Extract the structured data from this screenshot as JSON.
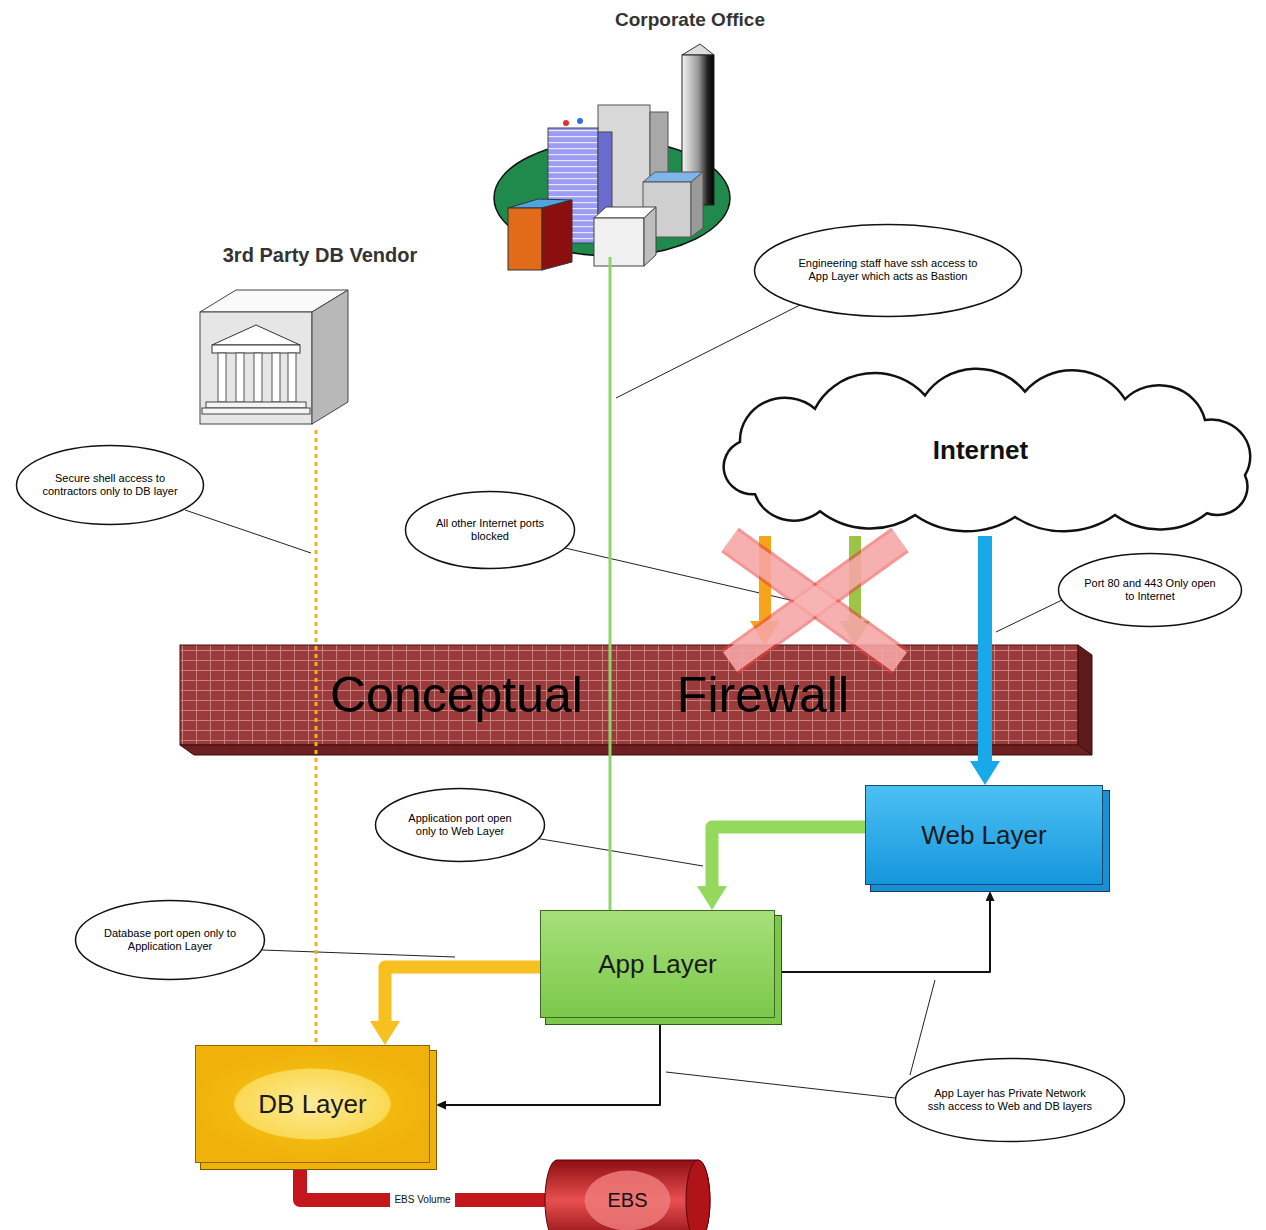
{
  "diagram": {
    "nodes": [
      {
        "text": [
          "Corporate Office"
        ]
      },
      {
        "text": [
          "3rd Party DB Vendor"
        ]
      },
      {
        "text": [
          "Engineering staff have ssh access to App Layer which acts as Bastion"
        ]
      },
      {
        "text": [
          "Internet"
        ]
      },
      {
        "text": [
          "Secure shell access to contractors only to DB layer"
        ]
      },
      {
        "text": [
          "All other Internet ports blocked"
        ]
      },
      {
        "text": [
          "Port 80 and 443 Only open to Internet"
        ]
      },
      {
        "text": [
          "Conceptual Firewall"
        ]
      },
      {
        "text": [
          "Web Layer"
        ]
      },
      {
        "text": [
          "Application port open only to Web Layer"
        ]
      },
      {
        "text": [
          "App Layer"
        ]
      },
      {
        "text": [
          "Database port open only to Application Layer"
        ]
      },
      {
        "text": [
          "DB Layer"
        ]
      },
      {
        "text": [
          "App Layer has Private Network ssh access to Web and DB layers"
        ]
      },
      {
        "text": [
          "EBS"
        ]
      }
    ],
    "edges": [
      {
        "from": 0,
        "to": 10,
        "arrow": "none"
      },
      {
        "from": 1,
        "to": 12,
        "arrow": "none"
      },
      {
        "from": 3,
        "to": 7,
        "arrow": "to"
      },
      {
        "from": 3,
        "to": 7,
        "arrow": "to"
      },
      {
        "from": 3,
        "to": 8,
        "arrow": "to"
      },
      {
        "from": 8,
        "to": 10,
        "arrow": "to"
      },
      {
        "from": 10,
        "to": 12,
        "arrow": "to"
      },
      {
        "from": 10,
        "to": 8,
        "arrow": "to"
      },
      {
        "from": 10,
        "to": 12,
        "arrow": "to"
      },
      {
        "from": 12,
        "to": 14,
        "label": "EBS Volume",
        "arrow": "none"
      }
    ]
  }
}
